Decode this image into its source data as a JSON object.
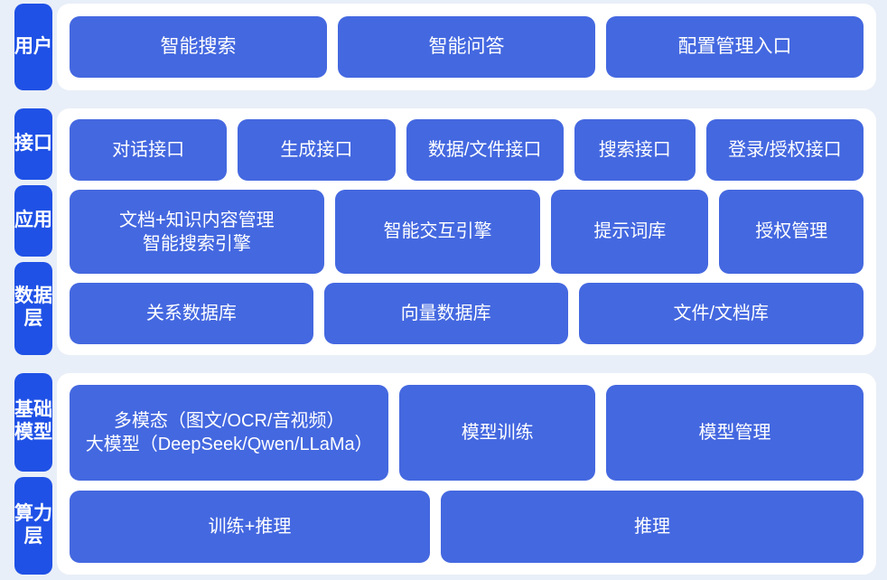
{
  "theme": {
    "page_background": "#e9eff8",
    "card_background": "#ffffff",
    "tag_color": "#1f51e6",
    "box_color": "#4468e0",
    "text_color": "#ffffff"
  },
  "sections": [
    {
      "id": "user",
      "tags": [
        "用户"
      ],
      "rows": [
        {
          "boxes": [
            "智能搜索",
            "智能问答",
            "配置管理入口"
          ]
        }
      ]
    },
    {
      "id": "mid",
      "tags": [
        "接口",
        "应用",
        "数据层"
      ],
      "rows": [
        {
          "boxes": [
            "对话接口",
            "生成接口",
            "数据/文件接口",
            "搜索接口",
            "登录/授权接口"
          ]
        },
        {
          "boxes": [
            "文档+知识内容管理\n智能搜索引擎",
            "智能交互引擎",
            "提示词库",
            "授权管理"
          ]
        },
        {
          "boxes": [
            "关系数据库",
            "向量数据库",
            "文件/文档库"
          ]
        }
      ]
    },
    {
      "id": "base",
      "tags": [
        "基础模型",
        "算力层"
      ],
      "rows": [
        {
          "boxes": [
            "多模态（图文/OCR/音视频）\n大模型（DeepSeek/Qwen/LLaMa）",
            "模型训练",
            "模型管理"
          ]
        },
        {
          "boxes": [
            "训练+推理",
            "推理"
          ]
        }
      ]
    }
  ]
}
